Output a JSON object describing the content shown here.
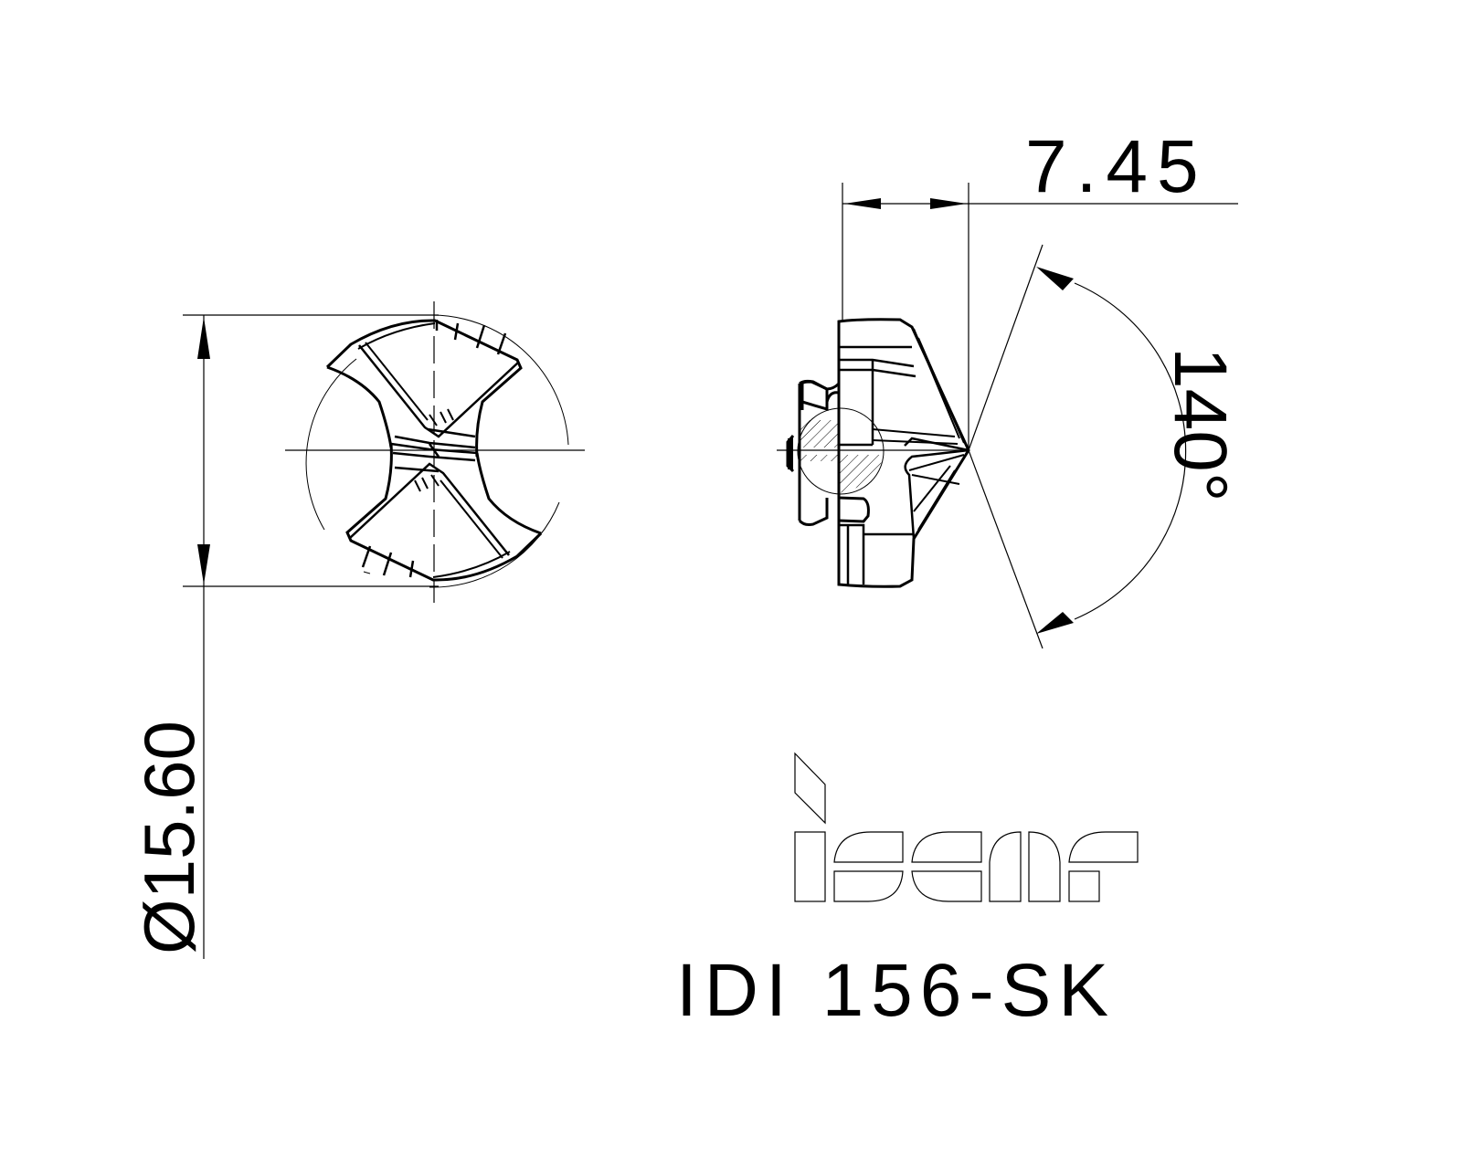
{
  "drawing": {
    "title": "IDI 156-SK",
    "brand": "iscar",
    "dimensions": {
      "diameter": "Ø15.60",
      "length": "7.45",
      "point_angle": "140°"
    },
    "views": {
      "end_view": "End view of drill head (two flutes, cross-hair center lines)",
      "side_view": "Side view of drill head with hatched coupling section"
    },
    "colors": {
      "line": "#000000",
      "background": "#ffffff"
    }
  }
}
